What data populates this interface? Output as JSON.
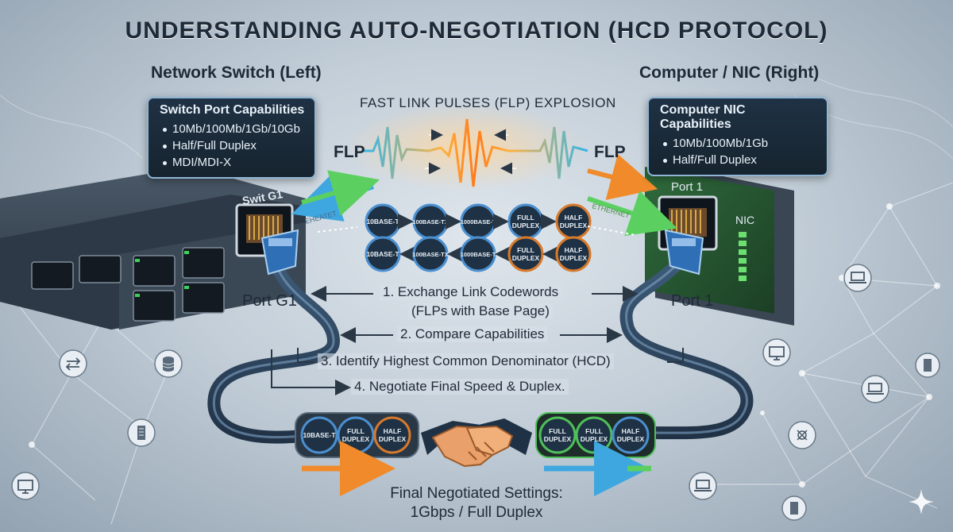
{
  "title": "UNDERSTANDING AUTO-NEGOTIATION (HCD PROTOCOL)",
  "left": {
    "heading": "Network Switch (Left)",
    "capabilities": {
      "title": "Switch Port Capabilities",
      "items": [
        "10Mb/100Mb/1Gb/10Gb",
        "Half/Full Duplex",
        "MDI/MDI-X"
      ]
    },
    "device_label": "Swit G1",
    "cable_label": "EHEATET",
    "port_label": "Port G1"
  },
  "right": {
    "heading": "Computer / NIC (Right)",
    "capabilities": {
      "title": "Computer NIC Capabilities",
      "items": [
        "10Mb/100Mb/1Gb",
        "Half/Full Duplex"
      ]
    },
    "device_label": "Port 1",
    "nic_label": "NIC",
    "cable_label": "ETHERNET",
    "port_label": "Port 1"
  },
  "flp": {
    "heading": "FAST LINK PULSES (FLP) EXPLOSION",
    "left_tag": "FLP",
    "right_tag": "FLP"
  },
  "codewords": {
    "top_row": [
      {
        "text": "10BASE-T",
        "color": "#4a8fd0"
      },
      {
        "text": "100BASE-TX",
        "color": "#4a8fd0"
      },
      {
        "text": "1000BASE-T",
        "color": "#4a8fd0"
      },
      {
        "text": "FULL DUPLEX",
        "color": "#4a8fd0"
      },
      {
        "text": "HALF DUPLEX",
        "color": "#d77a2c"
      }
    ],
    "bottom_row": [
      {
        "text": "10BASE-T",
        "color": "#4a8fd0"
      },
      {
        "text": "100BASE-TX",
        "color": "#4a8fd0"
      },
      {
        "text": "1000BASE-T",
        "color": "#4a8fd0"
      },
      {
        "text": "FULL DUPLEX",
        "color": "#d77a2c"
      },
      {
        "text": "HALF DUPLEX",
        "color": "#d77a2c"
      }
    ]
  },
  "steps": [
    {
      "text": "1. Exchange Link Codewords"
    },
    {
      "text": "(FLPs with Base Page)"
    },
    {
      "text": "2. Compare Capabilities"
    },
    {
      "text": "3. Identify Highest Common Denominator (HCD)"
    },
    {
      "text": "4. Negotiate Final Speed & Duplex."
    }
  ],
  "handshake": {
    "left_badges": [
      {
        "text": "10BASE-T",
        "color": "#4a8fd0"
      },
      {
        "text": "FULL DUPLEX",
        "color": "#4a8fd0"
      },
      {
        "text": "HALF DUPLEX",
        "color": "#d77a2c"
      }
    ],
    "right_badges": [
      {
        "text": "FULL DUPLEX",
        "color": "#4fbf5a"
      },
      {
        "text": "FULL DUPLEX",
        "color": "#4fbf5a"
      },
      {
        "text": "HALF DUPLEX",
        "color": "#4a8fd0"
      }
    ]
  },
  "final": {
    "line1": "Final Negotiated Settings:",
    "line2": "1Gbps / Full Duplex"
  },
  "colors": {
    "blue": "#4a8fd0",
    "orange": "#d77a2c",
    "green": "#4fbf5a",
    "panel": "#1f3144",
    "text": "#1f2a38"
  },
  "icons": [
    "router-icon",
    "database-icon",
    "server-icon",
    "laptop-icon",
    "monitor-icon",
    "sparkle-icon"
  ]
}
